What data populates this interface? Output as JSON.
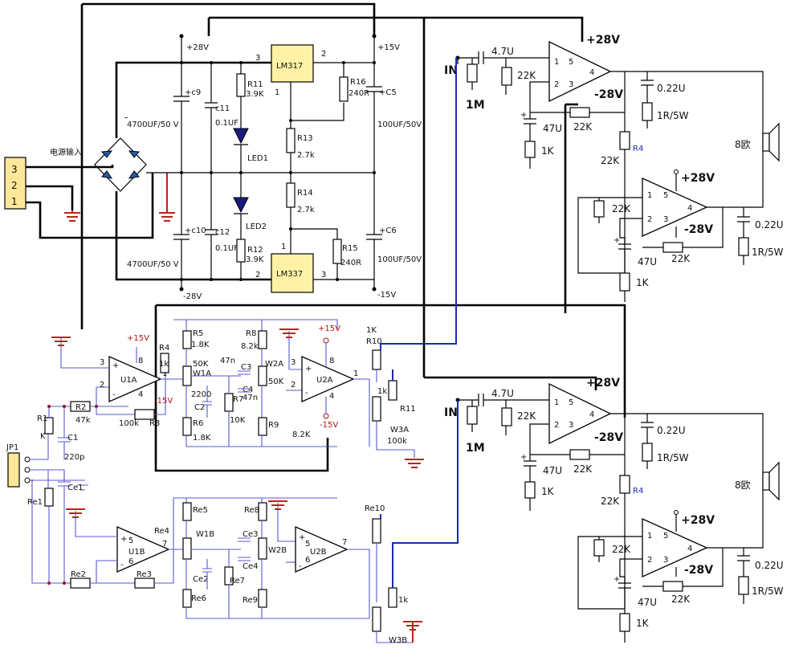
{
  "power_supply": {
    "input_label": "电源输入",
    "connector_pins": [
      "3",
      "2",
      "1"
    ],
    "rail_pos28": "+28V",
    "rail_neg28": "-28V",
    "rail_pos15": "+15V",
    "rail_neg15": "-15V",
    "c9": "+c9",
    "c10": "+c10",
    "cap_big_1": "4700UF/50  V",
    "cap_big_2": "4700UF/50  V",
    "c11": "c11",
    "c11_val": "0.1UF",
    "c12": "c12",
    "c12_val": "0.1UF",
    "r11": "R11",
    "r11_val": "3.9K",
    "r12": "R12",
    "r12_val": "3.9K",
    "led1": "LED1",
    "led2": "LED2",
    "lm317": "LM317",
    "lm337": "LM337",
    "lm317_pin_in": "3",
    "lm317_pin_out": "2",
    "lm317_pin_adj": "1",
    "lm337_pin_adj": "1",
    "lm337_pin_in": "2",
    "lm337_pin_out": "3",
    "r13": "R13",
    "r13_val": "2.7k",
    "r14": "R14",
    "r14_val": "2.7k",
    "r15": "R15",
    "r15_val": "240R",
    "r16": "R16",
    "r16_val": "240R",
    "c5": "+C5",
    "c6": "+C6",
    "c5_val": "100UF/50V",
    "c6_val": "100UF/50V",
    "bridge_minus": "-"
  },
  "amplifiers": [
    {
      "in_label": "IN",
      "c_in": "4.7U",
      "r_in": "22K",
      "r_bias": "1M",
      "rail_pos": "+28V",
      "rail_neg": "-28V",
      "c_fb": "0.22U",
      "r_fb": "1R/5W",
      "c_elec": "47U",
      "r_fb2": "22K",
      "r_gnd": "1K",
      "r4": "R4",
      "r4_val": "22K",
      "speaker": "8欧",
      "pins": [
        "1",
        "2",
        "3",
        "4",
        "5"
      ],
      "b_rail_pos": "+28V",
      "b_rail_neg": "-28V",
      "b_r_in": "22K",
      "b_c_fb": "0.22U",
      "b_r_fb": "1R/5W",
      "b_c_elec": "47U",
      "b_r_fb2": "22K",
      "b_r_gnd": "1K"
    },
    {
      "in_label": "IN",
      "c_in": "4.7U",
      "r_in": "22K",
      "r_bias": "1M",
      "rail_pos": "+28V",
      "rail_neg": "-28V",
      "c_fb": "0.22U",
      "r_fb": "1R/5W",
      "c_elec": "47U",
      "r_fb2": "22K",
      "r_gnd": "1K",
      "r4": "R4",
      "r4_val": "22K",
      "speaker": "8欧",
      "pins": [
        "1",
        "2",
        "3",
        "4",
        "5"
      ],
      "b_rail_pos": "+28V",
      "b_rail_neg": "-28V",
      "b_r_in": "22K",
      "b_c_fb": "0.22U",
      "b_r_fb": "1R/5W",
      "b_c_elec": "47U",
      "b_r_fb2": "22K",
      "b_r_gnd": "1K"
    }
  ],
  "preamp": {
    "jp1": "JP1",
    "r1": "R1",
    "k": "K",
    "c1": "C1",
    "c1_val": "220p",
    "ce1": "Ce1",
    "re1": "Re1",
    "r2": "R2",
    "r2_val": "47k",
    "r3": "R3",
    "r3_val": "100k",
    "re2": "Re2",
    "re3": "Re3",
    "u1a": "U1A",
    "u1b": "U1B",
    "plus15": "+15V",
    "minus15": "-15V",
    "minus15b": "-15V",
    "r4": "R4",
    "r4_val": "1k",
    "re4": "Re4",
    "r5": "R5",
    "r5_val": "1.8K",
    "r6": "R6",
    "r6_val": "1.8K",
    "w1a": "W1A",
    "w1a_val": "50K",
    "c2": "C2",
    "c2_val": "2200",
    "r7": "R7",
    "r7_val": "10K",
    "c3": "C3",
    "c3_val": "47n",
    "c4": "C4",
    "c4_val": "47n",
    "r8": "R8",
    "r8_val": "8.2k",
    "r9": "R9",
    "r9_val": "8.2K",
    "w2a": "W2A",
    "w2a_val": "50K",
    "u2a": "U2A",
    "plus15b": "+15V",
    "minus15c": "-15V",
    "r10": "R10",
    "r10_val": "1K",
    "r11": "R11",
    "r11_val": "1k",
    "w3a": "W3A",
    "w3a_val": "100k",
    "re5": "Re5",
    "re6": "Re6",
    "re7": "Re7",
    "re8": "Re8",
    "re9": "Re9",
    "re10": "Re10",
    "re10_val": "1k",
    "w1b": "W1B",
    "w2b": "W2B",
    "w3b": "W3B",
    "ce2": "Ce2",
    "ce3": "Ce3",
    "ce4": "Ce4",
    "u2b": "U2B",
    "pin_plus": "+",
    "pin_minus": "-",
    "u1a_pins": [
      "3",
      "2",
      "8",
      "1",
      "4"
    ],
    "u1b_pins": [
      "5",
      "6",
      "7"
    ],
    "u2a_pins": [
      "3",
      "2",
      "8",
      "1",
      "4"
    ],
    "u2b_pins": [
      "5",
      "6",
      "7"
    ]
  },
  "colors": {
    "wire": "#000000",
    "signal_wire": "#1a2ab0",
    "ground": "#c0201a",
    "regulator": "#fff2a6",
    "connector": "#ffe79a"
  }
}
